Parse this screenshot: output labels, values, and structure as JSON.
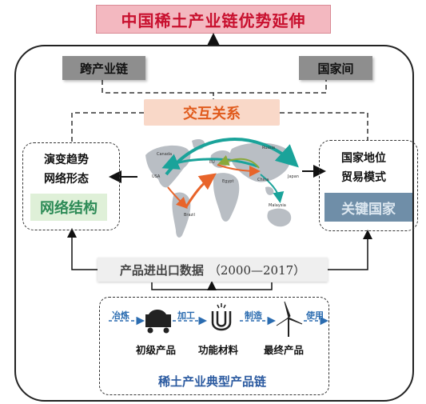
{
  "title": "中国稀土产业链优势延伸",
  "top_boxes": {
    "cross_industry": "跨产业链",
    "between_countries": "国家间"
  },
  "interaction": "交互关系",
  "left_panel": {
    "line1": "演变趋势",
    "line2": "网络形态",
    "highlight": "网络结构"
  },
  "right_panel": {
    "line1": "国家地位",
    "line2": "贸易模式",
    "highlight": "关键国家"
  },
  "map_labels": {
    "canada": "Canada",
    "usa": "USA",
    "brazil": "Brazil",
    "eu": "EU",
    "egypt": "Egypt",
    "russia": "Russia",
    "china": "China",
    "japan": "Japan",
    "malaysia": "Malaysia"
  },
  "data_box": {
    "label": "产品进出口数据",
    "years": "（2000—2017）"
  },
  "chain": {
    "steps": [
      "冶炼",
      "加工",
      "制造",
      "使用"
    ],
    "products": [
      "初级产品",
      "功能材料",
      "最终产品"
    ],
    "title": "稀土产业典型产品链"
  },
  "colors": {
    "title_text": "#c8102e",
    "interaction_text": "#e05a1c",
    "network_green": "#2e8b57",
    "key_country_blue": "#6f8ea8",
    "chain_blue": "#2b6cb0",
    "arrow_teal": "#1aa39a",
    "arrow_orange": "#e8642a",
    "arrow_olive": "#8aa83a"
  }
}
